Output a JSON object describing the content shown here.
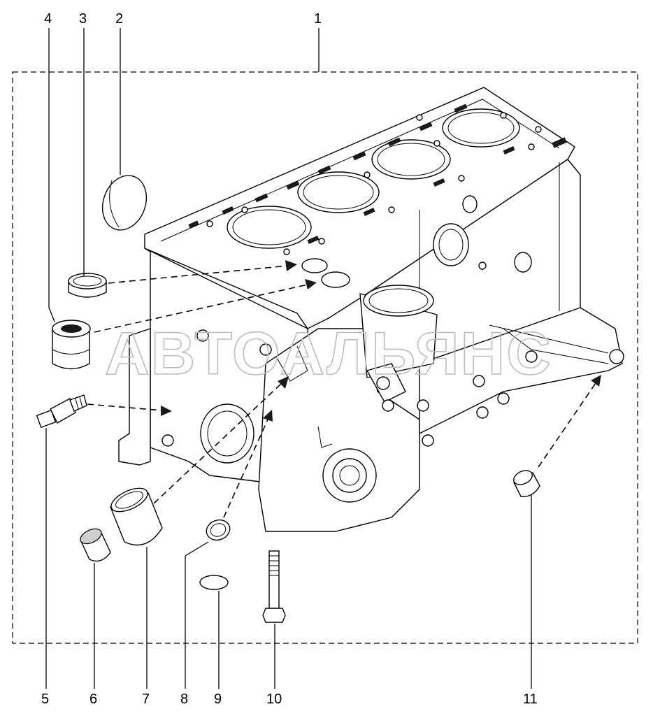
{
  "watermark": "АВТОАЛЬЯНС",
  "callouts": [
    {
      "id": "1",
      "label": "1"
    },
    {
      "id": "2",
      "label": "2"
    },
    {
      "id": "3",
      "label": "3"
    },
    {
      "id": "4",
      "label": "4"
    },
    {
      "id": "5",
      "label": "5"
    },
    {
      "id": "6",
      "label": "6"
    },
    {
      "id": "7",
      "label": "7"
    },
    {
      "id": "8",
      "label": "8"
    },
    {
      "id": "9",
      "label": "9"
    },
    {
      "id": "10",
      "label": "10"
    },
    {
      "id": "11",
      "label": "11"
    }
  ],
  "colors": {
    "line": "#000000",
    "watermark": "#bdbdbd",
    "background": "#ffffff"
  }
}
